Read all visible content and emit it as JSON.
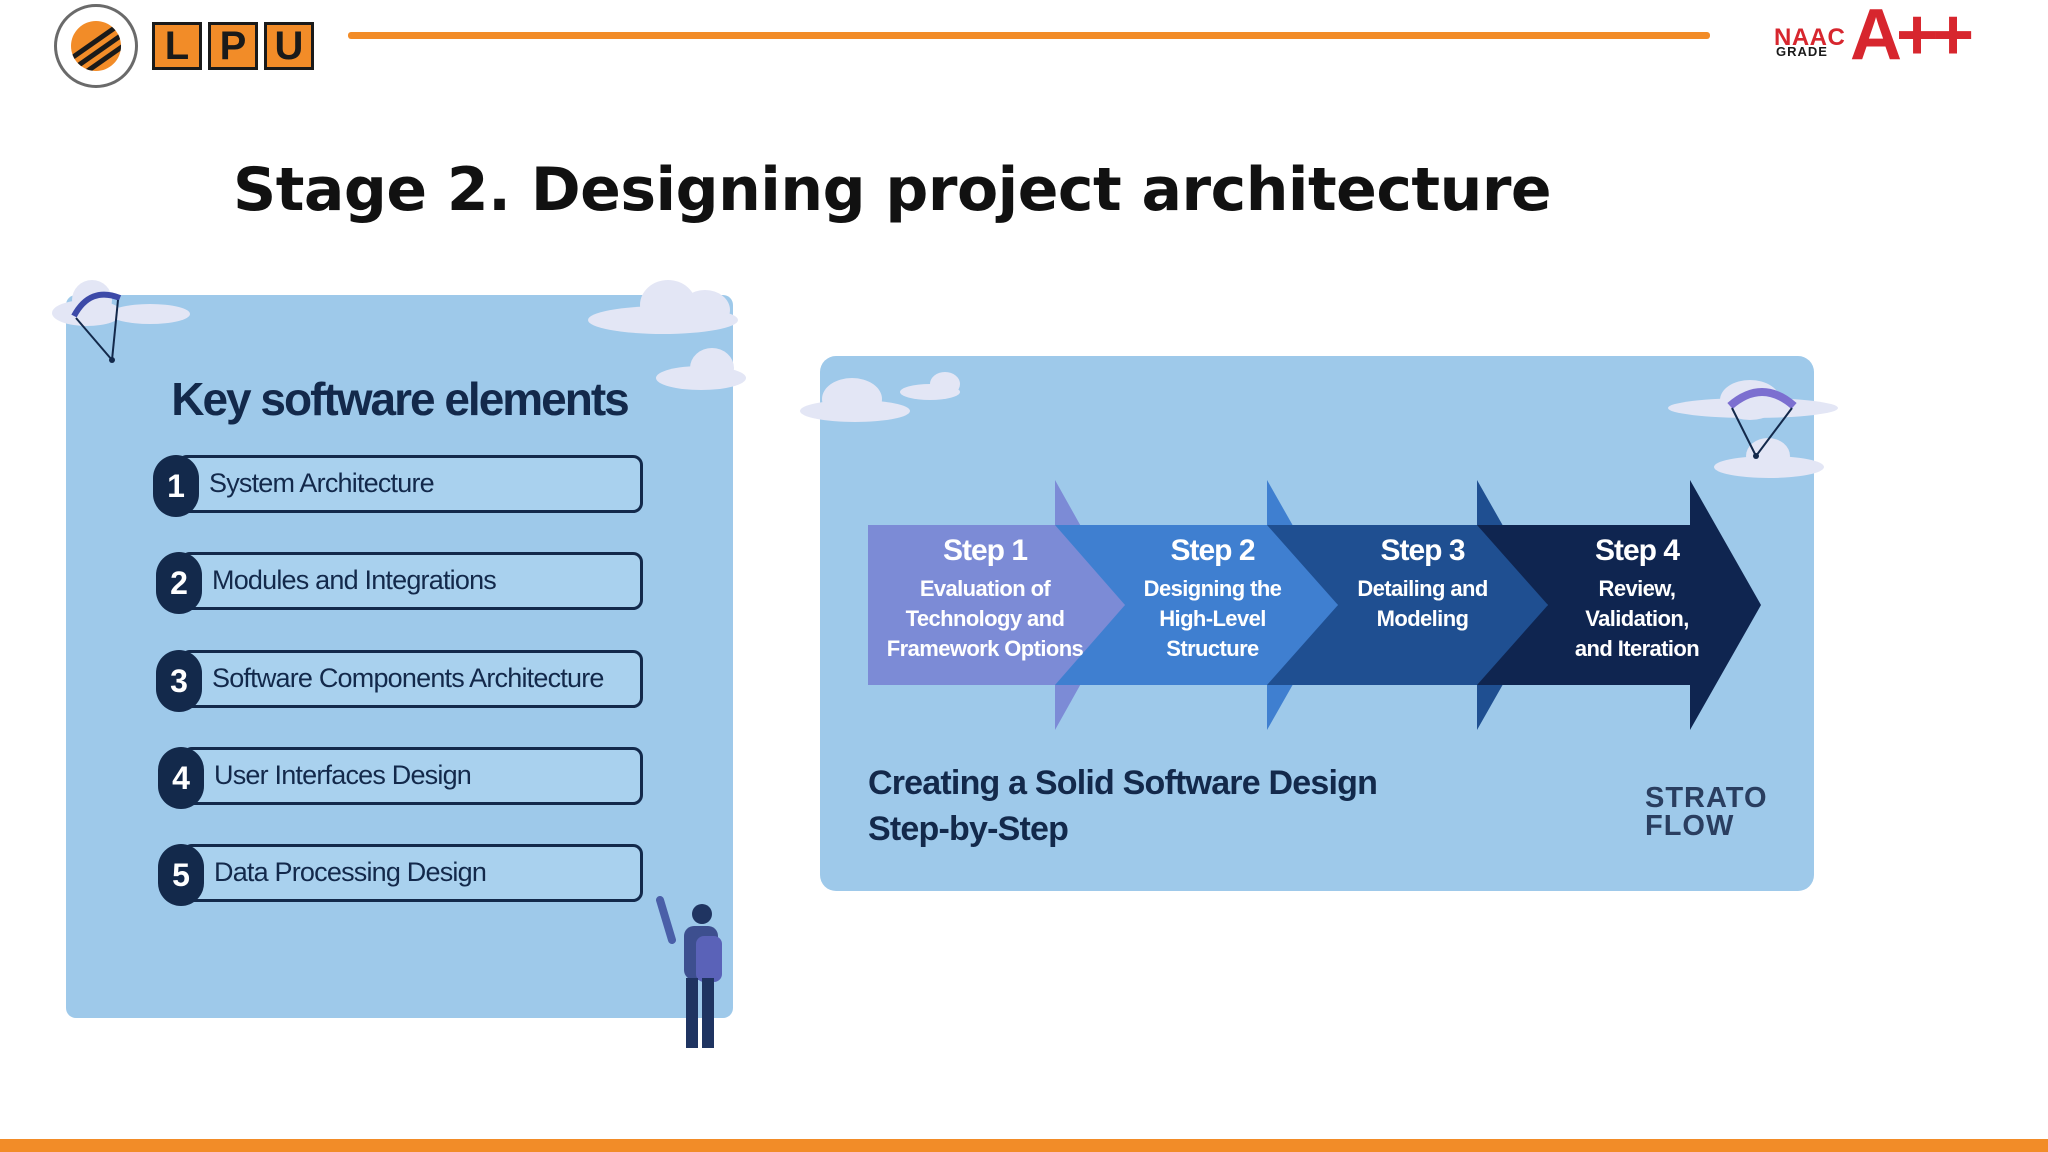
{
  "header": {
    "logo_letters": [
      "L",
      "P",
      "U"
    ],
    "badge_naac": "NAAC",
    "badge_grade_label": "GRADE",
    "badge_grade_value": "A++"
  },
  "slide": {
    "title": "Stage 2. Designing project architecture"
  },
  "left_panel": {
    "heading": "Key software elements",
    "items": [
      {
        "number": "1",
        "label": "System Architecture"
      },
      {
        "number": "2",
        "label": "Modules and Integrations"
      },
      {
        "number": "3",
        "label": "Software Components Architecture"
      },
      {
        "number": "4",
        "label": "User Interfaces Design"
      },
      {
        "number": "5",
        "label": "Data Processing Design"
      }
    ]
  },
  "right_panel": {
    "steps": [
      {
        "title": "Step 1",
        "lines": [
          "Evaluation of",
          "Technology and",
          "Framework Options"
        ],
        "color": "#7c8bd6"
      },
      {
        "title": "Step 2",
        "lines": [
          "Designing the",
          "High-Level",
          "Structure"
        ],
        "color": "#3f7fd0"
      },
      {
        "title": "Step 3",
        "lines": [
          "Detailing and",
          "Modeling"
        ],
        "color": "#1f4f91"
      },
      {
        "title": "Step 4",
        "lines": [
          "Review,",
          "Validation,",
          "and Iteration"
        ],
        "color": "#0f2550"
      }
    ],
    "caption_line1": "Creating a Solid Software Design",
    "caption_line2": "Step-by-Step",
    "brand_line1": "STRATO",
    "brand_line2": "FLOW"
  },
  "colors": {
    "accent_orange": "#f28c28",
    "naac_red": "#d7262e",
    "panel_blue": "#9ec9ea",
    "navy": "#13294b"
  }
}
